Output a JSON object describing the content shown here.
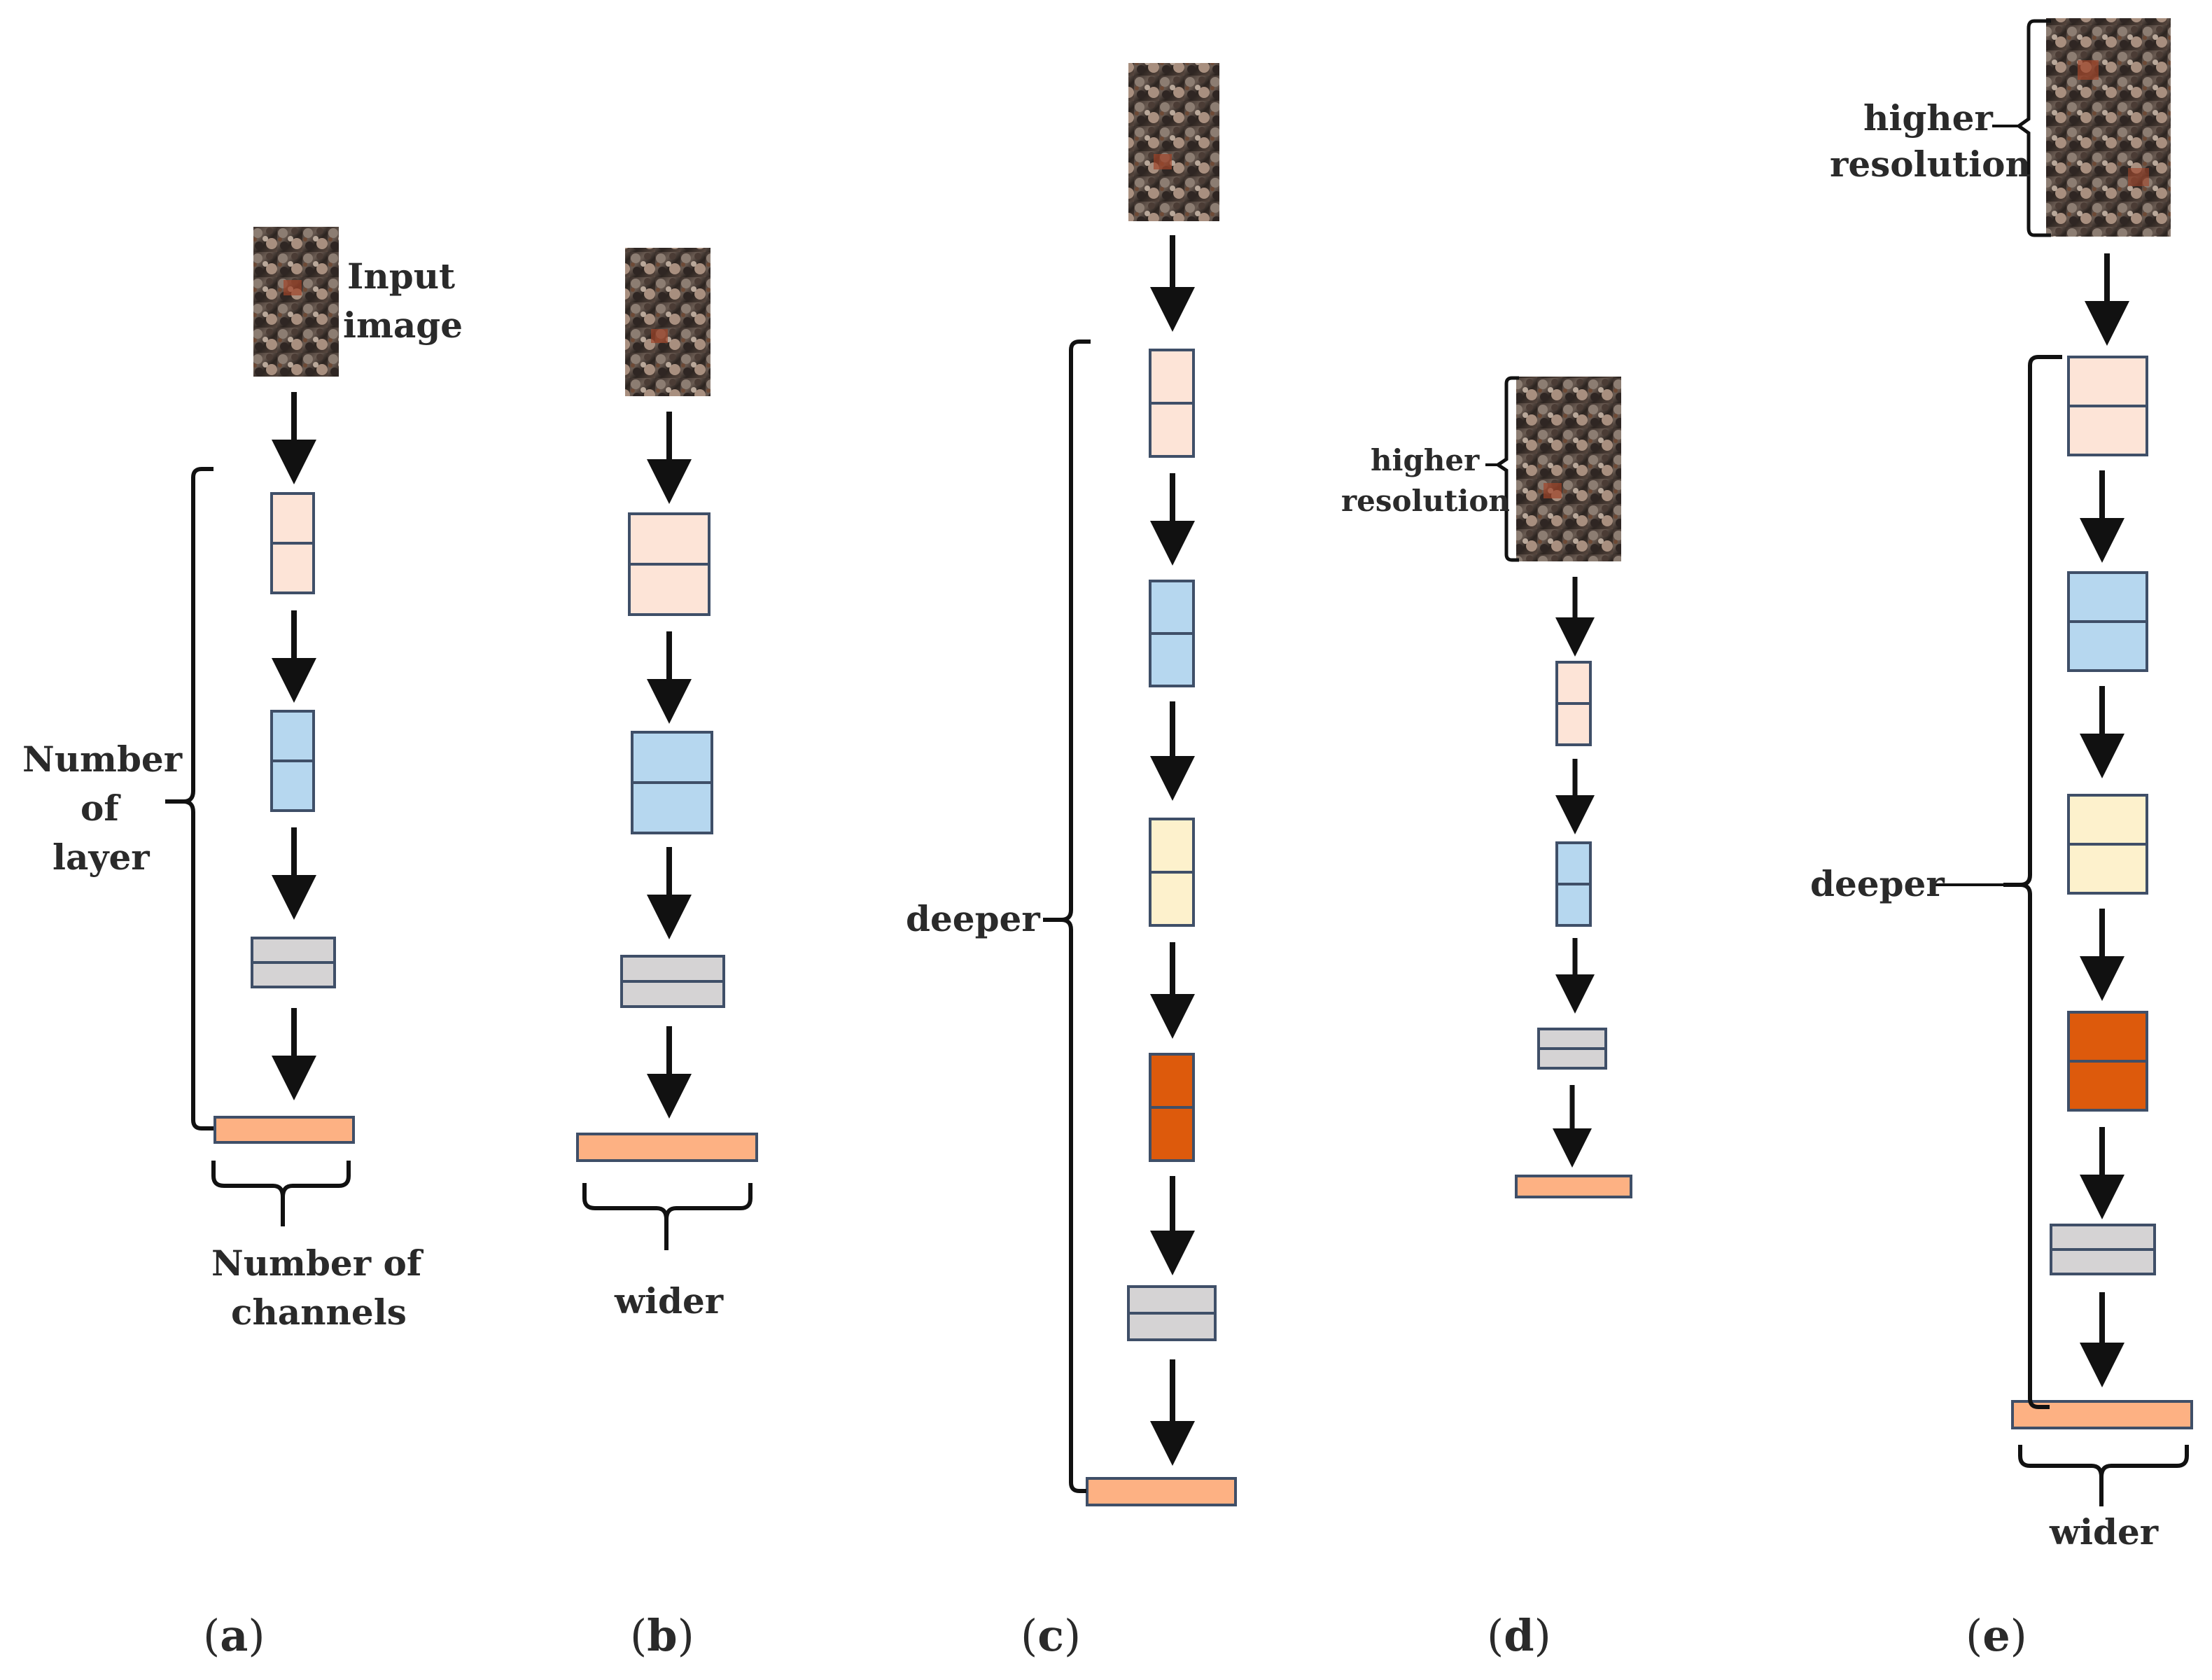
{
  "labels": {
    "input_image_1": "Input",
    "input_image_2": "image",
    "layers_1": "Number",
    "layers_2": "of",
    "layers_3": "layer",
    "channels_1": "Number of",
    "channels_2": "channels",
    "wider_b": "wider",
    "deeper_c": "deeper",
    "higher_d_1": "higher",
    "higher_d_2": "resolution",
    "higher_e_1": "higher",
    "higher_e_2": "resolution",
    "deeper_e": "deeper",
    "wider_e": "wider"
  },
  "captions": [
    {
      "open": "(",
      "letter": "a",
      "close": ")"
    },
    {
      "open": "(",
      "letter": "b",
      "close": ")"
    },
    {
      "open": "(",
      "letter": "c",
      "close": ")"
    },
    {
      "open": "(",
      "letter": "d",
      "close": ")"
    },
    {
      "open": "(",
      "letter": "e",
      "close": ")"
    }
  ],
  "colors": {
    "peach_block": "#fde4d7",
    "blue_block": "#b6d7ef",
    "yellow_block": "#fdf1cc",
    "orange_block": "#dd5a0c",
    "gray_block": "#d5d3d4",
    "output_bar": "#fdb183",
    "block_border": "#3f4f68",
    "arrow": "#111111"
  }
}
